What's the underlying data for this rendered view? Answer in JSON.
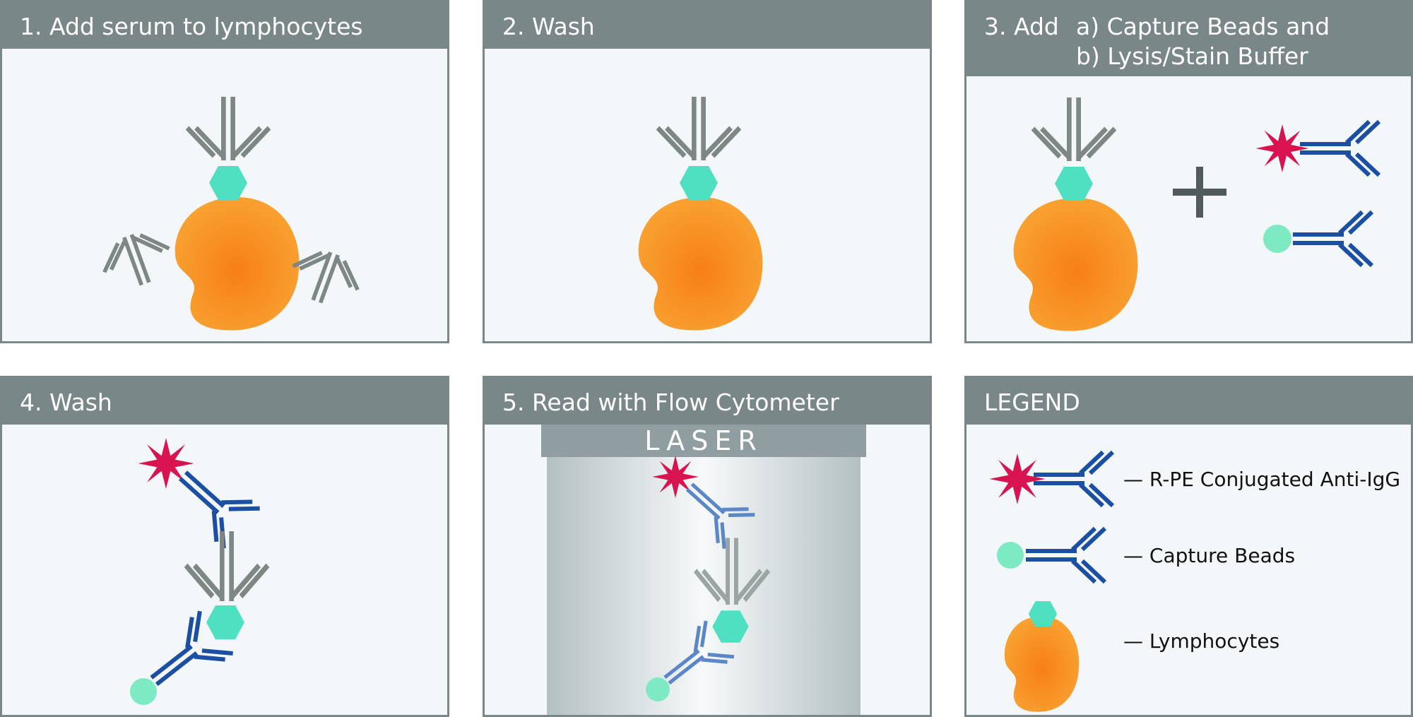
{
  "panels": {
    "step1": {
      "title": "1. Add serum to lymphocytes"
    },
    "step2": {
      "title": "2. Wash"
    },
    "step3": {
      "title": "3. Add",
      "line_a": "a) Capture Beads and",
      "line_b": "b) Lysis/Stain Buffer"
    },
    "step4": {
      "title": "4. Wash"
    },
    "step5": {
      "title": "5. Read with Flow Cytometer",
      "laser_label": "LASER"
    },
    "legend": {
      "title": "LEGEND",
      "items": [
        {
          "label": "— R-PE Conjugated Anti-IgG",
          "icon": "rpe-anti-igg-icon"
        },
        {
          "label": "— Capture Beads",
          "icon": "capture-bead-icon"
        },
        {
          "label": "— Lymphocytes",
          "icon": "lymphocyte-icon"
        }
      ]
    }
  },
  "colors": {
    "header_bg": "#7a8788",
    "panel_bg": "#f4f7f9",
    "antibody_gray": "#7d8784",
    "antibody_blue": "#1a4fa3",
    "antibody_blue_light": "#4f7fc4",
    "cell_orange": "#f99b25",
    "antigen_teal": "#4fe0c2",
    "bead_mint": "#7deac4",
    "star_magenta": "#d9134f",
    "plus_gray": "#525b5b",
    "laser_bar": "#909ea2"
  }
}
